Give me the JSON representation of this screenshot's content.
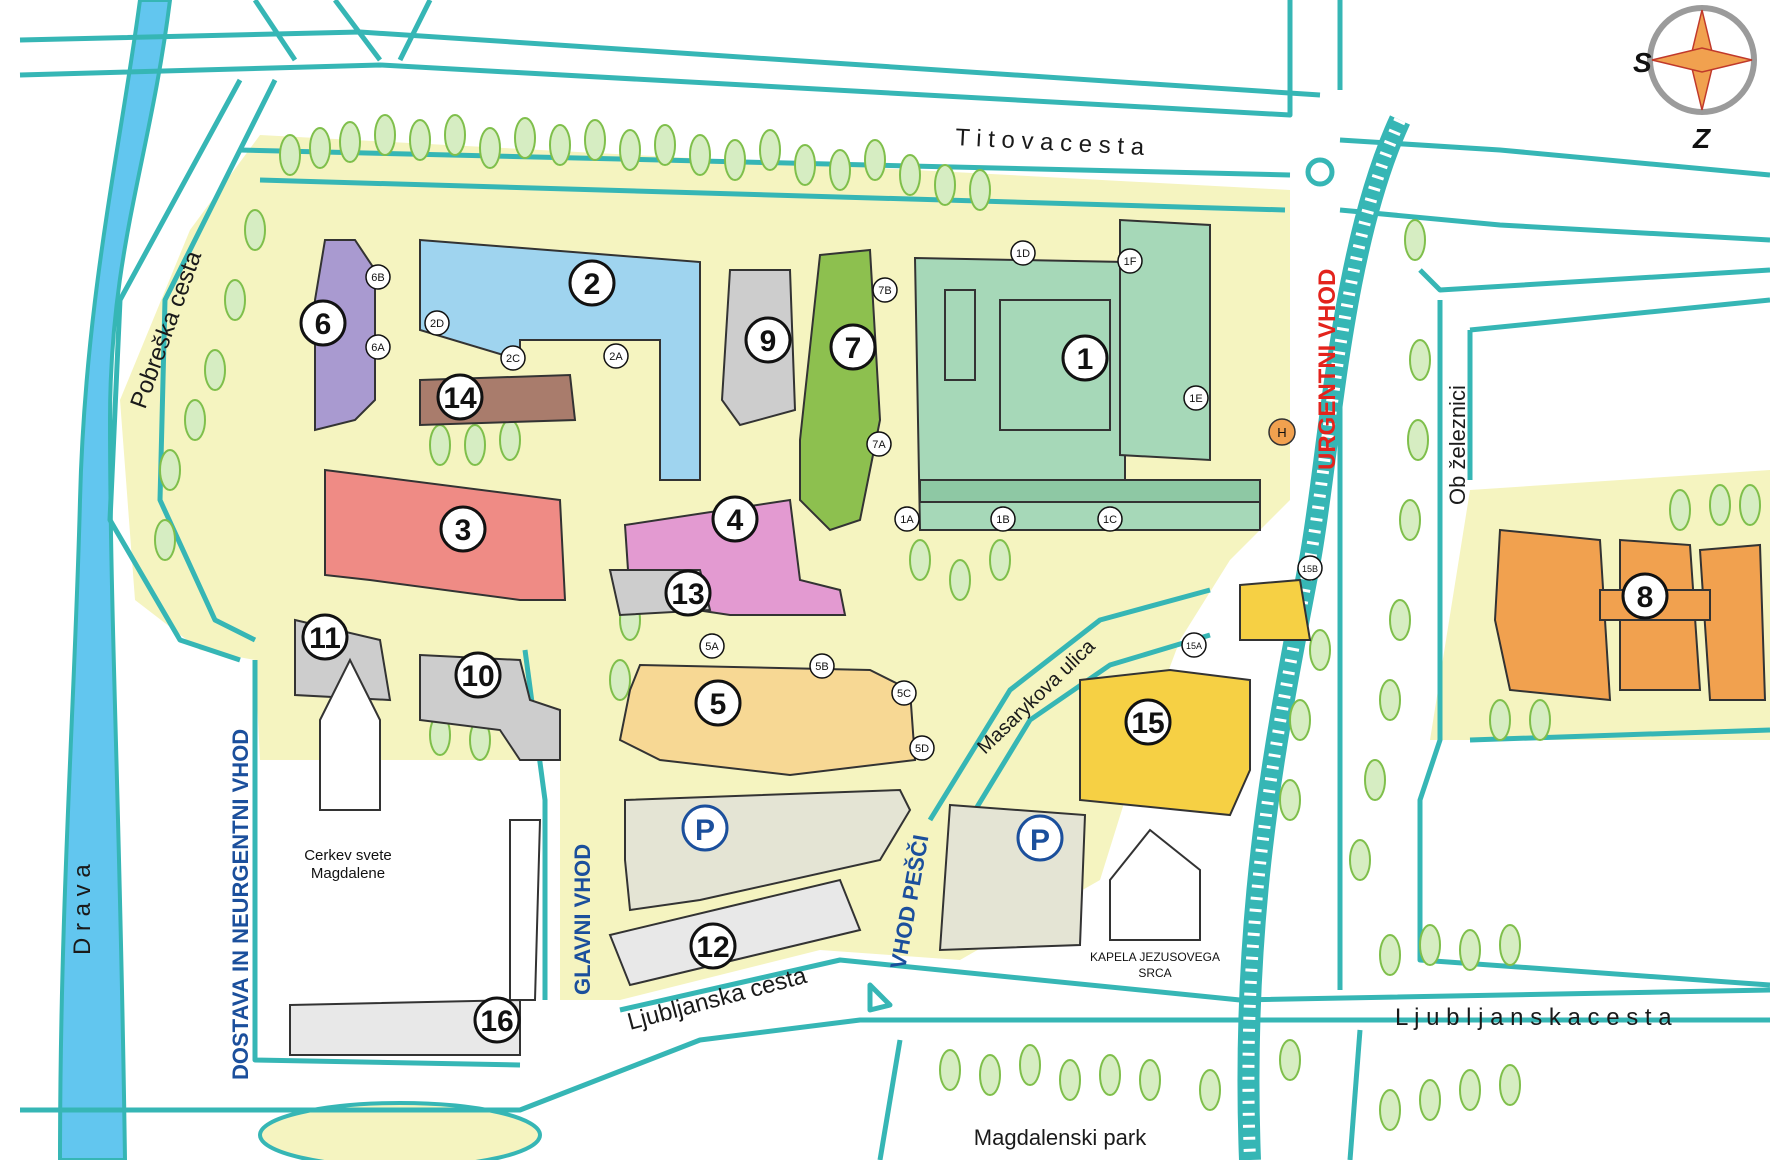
{
  "streets": {
    "titova": "T i t o v a   c e s t a",
    "pobreska": "Pobreška cesta",
    "ljubljanska_left": "Ljubljanska cesta",
    "ljubljanska_right": "L j u b l j a n s k a   c e s t a",
    "masarykova": "Masarykova ulica",
    "ob_zeleznici": "Ob železnici",
    "drava": "D r a v a"
  },
  "entrances": {
    "urgentni": "URGENTNI VHOD",
    "dostava": "DOSTAVA IN NEURGENTNI VHOD",
    "glavni": "GLAVNI VHOD",
    "pesci": "VHOD PEŠČI"
  },
  "landmarks": {
    "church_line1": "Cerkev svete",
    "church_line2": "Magdalene",
    "chapel_line1": "KAPELA JEZUSOVEGA",
    "chapel_line2": "SRCA",
    "park": "Magdalenski park"
  },
  "compass": {
    "west": "S",
    "south": "Z"
  },
  "parking_label": "P",
  "helipad_label": "H",
  "buildings": [
    "1",
    "2",
    "3",
    "4",
    "5",
    "6",
    "7",
    "8",
    "9",
    "10",
    "11",
    "12",
    "13",
    "14",
    "15",
    "16"
  ],
  "sub_labels": [
    "1A",
    "1B",
    "1C",
    "1D",
    "1E",
    "1F",
    "2A",
    "2C",
    "2D",
    "5A",
    "5B",
    "5C",
    "5D",
    "6A",
    "6B",
    "7A",
    "7B",
    "15A",
    "15B"
  ],
  "colors": {
    "road": "#36b6b5",
    "river": "#62c6ef",
    "grass": "#f5f4c0",
    "tree": "#d6edc2",
    "building1": "#a6d8b8",
    "building2": "#9fd4ef",
    "building3": "#ef8b85",
    "building4": "#e39ad1",
    "building5": "#f7d894",
    "building6": "#a99ad0",
    "building7": "#8dc04f",
    "building8": "#f1a14f",
    "building14": "#a97c6c",
    "building15": "#f6d044",
    "grey": "#cdcdcd"
  }
}
